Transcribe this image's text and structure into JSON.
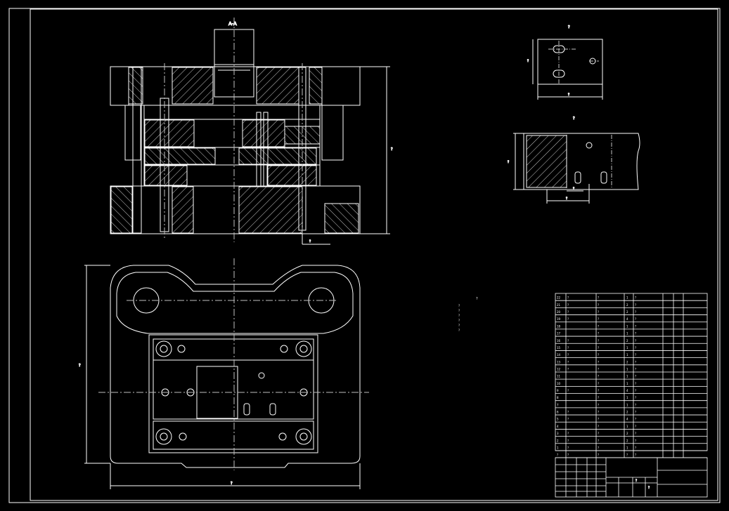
{
  "colors": {
    "background": "#000000",
    "line": "#ffffff",
    "centerline": "#bfbfbf",
    "hatch": "#ffffff"
  },
  "section_view": {
    "label": "A-A",
    "overall_dimension": "?",
    "note": "?"
  },
  "blank_view": {
    "title": "?",
    "width_dim": "?",
    "height_dim": "?"
  },
  "strip_view": {
    "title": "?",
    "width_dim": "?",
    "pitch_dim": "?",
    "gap_dim": "?"
  },
  "plan_view": {
    "width_dim": "?",
    "height_dim": "?"
  },
  "tech_requirements": {
    "title": "?",
    "lines": [
      "?",
      "?",
      "?",
      "?",
      "?",
      "?"
    ]
  },
  "parts_list": {
    "rows": [
      [
        "22",
        "?",
        "?",
        "1",
        "?"
      ],
      [
        "21",
        "?",
        "?",
        "2",
        "?"
      ],
      [
        "20",
        "?",
        "?",
        "2",
        "?"
      ],
      [
        "19",
        "?",
        "?",
        "4",
        "?"
      ],
      [
        "18",
        "",
        "?",
        "1",
        "?"
      ],
      [
        "17",
        "",
        "?",
        "1",
        "?"
      ],
      [
        "16",
        "?",
        "?",
        "2",
        "?"
      ],
      [
        "15",
        "?",
        "?",
        "1",
        "?"
      ],
      [
        "14",
        "?",
        "?",
        "1",
        "?"
      ],
      [
        "13",
        "?",
        "?",
        "2",
        "?"
      ],
      [
        "12",
        "?",
        "?",
        "1",
        "?"
      ],
      [
        "11",
        "",
        "?",
        "1",
        "?"
      ],
      [
        "10",
        "",
        "?",
        "1",
        "?"
      ],
      [
        "9",
        "?",
        "?",
        "4",
        "?"
      ],
      [
        "8",
        "",
        "?",
        "1",
        "?"
      ],
      [
        "7",
        "",
        "?",
        "1",
        "?"
      ],
      [
        "6",
        "?",
        "?",
        "2",
        "?"
      ],
      [
        "5",
        "?",
        "?",
        "4",
        "?"
      ],
      [
        "4",
        "",
        "?",
        "1",
        "?"
      ],
      [
        "3",
        "?",
        "?",
        "2",
        "?"
      ],
      [
        "2",
        "?",
        "?",
        "2",
        "?"
      ],
      [
        "1",
        "?",
        "?",
        "1",
        "?"
      ]
    ],
    "header": [
      "?",
      "?",
      "?",
      "?",
      "?"
    ]
  },
  "title_block": {
    "scale_label": "?",
    "sheet_label": "?"
  }
}
